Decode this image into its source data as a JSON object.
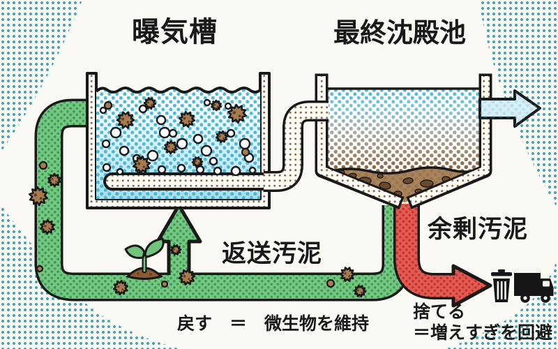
{
  "titles": {
    "aeration_tank": "曝気槽",
    "final_clarifier": "最終沈殿池"
  },
  "labels": {
    "return_sludge": "返送汚泥",
    "excess_sludge": "余剰汚泥"
  },
  "annotations": {
    "return_note": "戻す　＝　微生物を維持",
    "discard_note_line1": "捨てる",
    "discard_note_line2": "＝増えすぎを回避"
  },
  "icons": {
    "seedling": "seedling-icon",
    "trash": "trash-can-icon",
    "truck": "truck-icon",
    "outflow": "outflow-arrow-icon",
    "return_arrow": "return-up-arrow-icon"
  },
  "colors": {
    "outline": "#191919",
    "background": "#faf9f4",
    "halftone_dot": "#3fa6ba",
    "water_dot": "#4fbcd6",
    "wall_dot": "#8f6b45",
    "mud_dot": "#8d6b47",
    "pipe_green": "#74c681",
    "pipe_green_dot": "#3d9c55",
    "pipe_red": "#e45a50",
    "pipe_red_dot": "#b93a34",
    "sludge": "#a8835c",
    "sludge_dark": "#6b4a2b",
    "effluent_fill": "#d8eef6",
    "icon_black": "#151515",
    "microbe_fill": "#a87a50",
    "microbe_spot": "#5d4126",
    "sprout_green": "#72c47c",
    "soil_brown": "#8a5a33",
    "bubble_fill": "#ffffff"
  },
  "decorations": {
    "bubbles": [
      [
        148,
        158,
        4
      ],
      [
        205,
        156,
        5
      ],
      [
        231,
        172,
        6
      ],
      [
        297,
        147,
        4
      ],
      [
        327,
        152,
        4
      ],
      [
        166,
        190,
        7
      ],
      [
        152,
        206,
        5
      ],
      [
        236,
        190,
        7
      ],
      [
        178,
        216,
        6
      ],
      [
        196,
        227,
        5
      ],
      [
        219,
        223,
        7
      ],
      [
        248,
        191,
        5
      ],
      [
        261,
        206,
        7
      ],
      [
        284,
        199,
        6
      ],
      [
        296,
        216,
        7
      ],
      [
        306,
        231,
        5
      ],
      [
        331,
        191,
        5
      ],
      [
        351,
        206,
        7
      ],
      [
        357,
        226,
        6
      ],
      [
        153,
        240,
        5
      ],
      [
        172,
        246,
        4
      ],
      [
        200,
        243,
        4
      ],
      [
        232,
        243,
        5
      ],
      [
        260,
        241,
        5
      ],
      [
        287,
        243,
        5
      ],
      [
        312,
        245,
        5
      ],
      [
        338,
        245,
        6
      ],
      [
        362,
        244,
        4
      ]
    ],
    "tank_microbes": [
      [
        180,
        172,
        12
      ],
      [
        215,
        148,
        8
      ],
      [
        268,
        171,
        11
      ],
      [
        340,
        163,
        13
      ],
      [
        310,
        151,
        7
      ],
      [
        245,
        211,
        9
      ],
      [
        203,
        236,
        12
      ],
      [
        318,
        196,
        8
      ],
      [
        283,
        232,
        7
      ],
      [
        352,
        218,
        5
      ],
      [
        155,
        151,
        5
      ]
    ],
    "pipe_microbes": [
      [
        55,
        281,
        13
      ],
      [
        78,
        258,
        9
      ],
      [
        68,
        325,
        10
      ],
      [
        173,
        412,
        10
      ],
      [
        268,
        397,
        11
      ],
      [
        252,
        358,
        7
      ],
      [
        498,
        393,
        10
      ],
      [
        516,
        417,
        8
      ],
      [
        62,
        237,
        5
      ],
      [
        236,
        407,
        4
      ],
      [
        474,
        406,
        5
      ],
      [
        57,
        385,
        4
      ]
    ],
    "sludge_blobs": [
      [
        505,
        252,
        6,
        3.5
      ],
      [
        523,
        259,
        9,
        5
      ],
      [
        552,
        266,
        8,
        5
      ],
      [
        585,
        259,
        7,
        4
      ],
      [
        612,
        263,
        9,
        5
      ],
      [
        640,
        257,
        6,
        4
      ],
      [
        570,
        278,
        6,
        4
      ],
      [
        600,
        274,
        5,
        3
      ],
      [
        545,
        252,
        4,
        3
      ],
      [
        625,
        273,
        5,
        3.5
      ],
      [
        490,
        247,
        4,
        3
      ]
    ]
  }
}
